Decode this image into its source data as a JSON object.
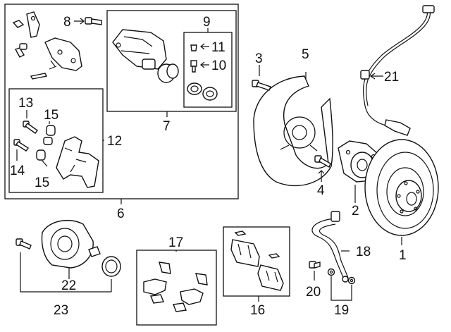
{
  "callouts": [
    {
      "id": "c1",
      "text": "1"
    },
    {
      "id": "c2",
      "text": "2"
    },
    {
      "id": "c3",
      "text": "3"
    },
    {
      "id": "c4",
      "text": "4"
    },
    {
      "id": "c5",
      "text": "5"
    },
    {
      "id": "c6",
      "text": "6"
    },
    {
      "id": "c7",
      "text": "7"
    },
    {
      "id": "c8",
      "text": "8"
    },
    {
      "id": "c9",
      "text": "9"
    },
    {
      "id": "c10",
      "text": "10"
    },
    {
      "id": "c11",
      "text": "11"
    },
    {
      "id": "c12",
      "text": "12"
    },
    {
      "id": "c13",
      "text": "13"
    },
    {
      "id": "c14",
      "text": "14"
    },
    {
      "id": "c15a",
      "text": "15"
    },
    {
      "id": "c15b",
      "text": "15"
    },
    {
      "id": "c16",
      "text": "16"
    },
    {
      "id": "c17",
      "text": "17"
    },
    {
      "id": "c18",
      "text": "18"
    },
    {
      "id": "c19",
      "text": "19"
    },
    {
      "id": "c20",
      "text": "20"
    },
    {
      "id": "c21",
      "text": "21"
    },
    {
      "id": "c22",
      "text": "22"
    },
    {
      "id": "c23",
      "text": "23"
    }
  ],
  "colors": {
    "line": "#111111",
    "background": "#ffffff"
  }
}
